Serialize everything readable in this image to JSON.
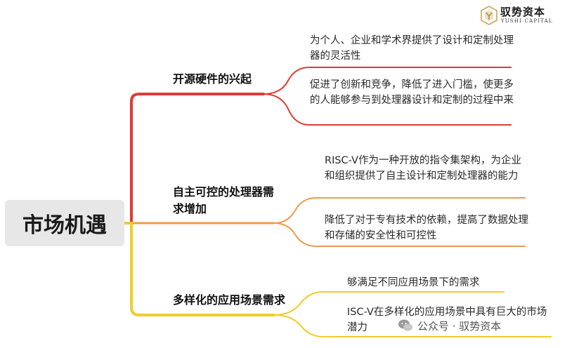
{
  "brand": {
    "name_cn": "驭势资本",
    "name_en": "YUSHI CAPITAL"
  },
  "root": {
    "label": "市场机遇"
  },
  "branches": [
    {
      "label": "开源硬件的兴起",
      "color": "#e23a33",
      "items": [
        "为个人、企业和学术界提供了设计和定制处理器的灵活性",
        "促进了创新和竞争，降低了进入门槛，使更多的人能够参与到处理器设计和定制的过程中来"
      ]
    },
    {
      "label": "自主可控的处理器需求增加",
      "color": "#f29a4a",
      "items": [
        "RISC-V作为一种开放的指令集架构，为企业和组织提供了自主设计和定制处理器的能力",
        "降低了对于专有技术的依赖，提高了数据处理和存储的安全性和可控性"
      ]
    },
    {
      "label": "多样化的应用场景需求",
      "color": "#f1cc2b",
      "items": [
        "够满足不同应用场景下的需求",
        "ISC-V在多样化的应用场景中具有巨大的市场潜力"
      ]
    }
  ],
  "watermark": {
    "text": "公众号 · 驭势资本"
  }
}
